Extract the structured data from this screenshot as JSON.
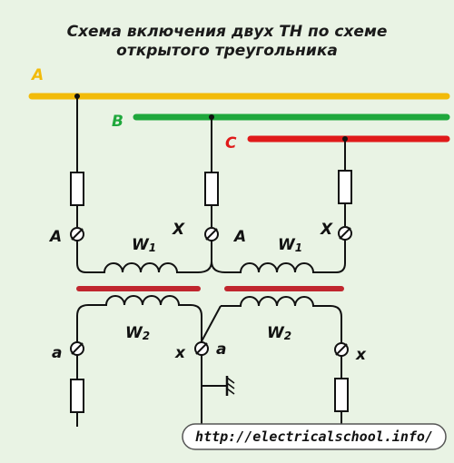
{
  "title": {
    "line1": "Схема включения двух ТН по схеме",
    "line2": "открытого треугольника"
  },
  "phases": [
    {
      "label": "A",
      "color": "#f2bb0a"
    },
    {
      "label": "B",
      "color": "#1fa83c"
    },
    {
      "label": "C",
      "color": "#e01a1a"
    }
  ],
  "primary": {
    "t1_start": "A",
    "t1_end": "X",
    "t1_winding": "W",
    "t2_start": "A",
    "t2_end": "X",
    "t2_winding": "W",
    "subscript": "1"
  },
  "secondary": {
    "t1_start": "a",
    "t1_end": "x",
    "t1_winding": "W",
    "t2_start": "a",
    "t2_end": "x",
    "t2_winding": "W",
    "subscript": "2"
  },
  "core_color": "#c0262e",
  "footer": {
    "url": "http://electricalschool.info/"
  }
}
